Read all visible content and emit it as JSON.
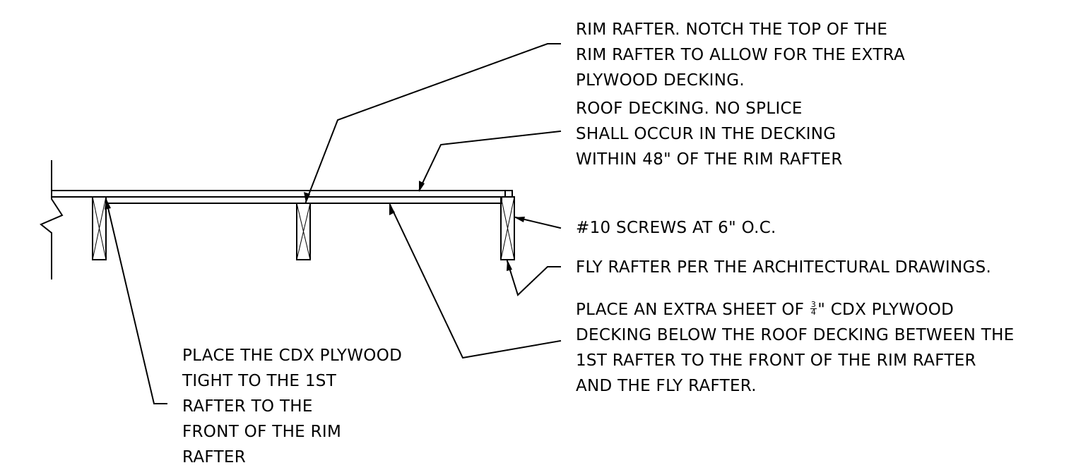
{
  "notes": {
    "rim_rafter": {
      "lines": [
        "RIM RAFTER.  NOTCH THE TOP OF THE",
        "RIM RAFTER TO ALLOW FOR THE EXTRA",
        "PLYWOOD DECKING."
      ]
    },
    "roof_decking": {
      "lines": [
        "ROOF DECKING.  NO SPLICE",
        "SHALL OCCUR IN THE DECKING",
        "WITHIN 48\" OF THE RIM RAFTER"
      ]
    },
    "screws": {
      "lines": [
        "#10 SCREWS AT 6\" O.C."
      ]
    },
    "fly_rafter": {
      "lines": [
        "FLY RAFTER PER THE ARCHITECTURAL DRAWINGS."
      ]
    },
    "extra_sheet": {
      "line1_before": "PLACE AN EXTRA SHEET OF ",
      "fraction_num": "3",
      "fraction_den": "4",
      "line1_after": "\" CDX PLYWOOD",
      "lines": [
        "DECKING BELOW THE ROOF DECKING BETWEEN THE",
        "1ST RAFTER TO THE FRONT OF THE RIM RAFTER",
        "AND THE FLY RAFTER."
      ]
    },
    "cdx_tight": {
      "lines": [
        "PLACE THE CDX PLYWOOD",
        "TIGHT TO THE 1ST",
        "RAFTER TO THE",
        "FRONT OF THE RIM",
        "RAFTER"
      ]
    }
  }
}
